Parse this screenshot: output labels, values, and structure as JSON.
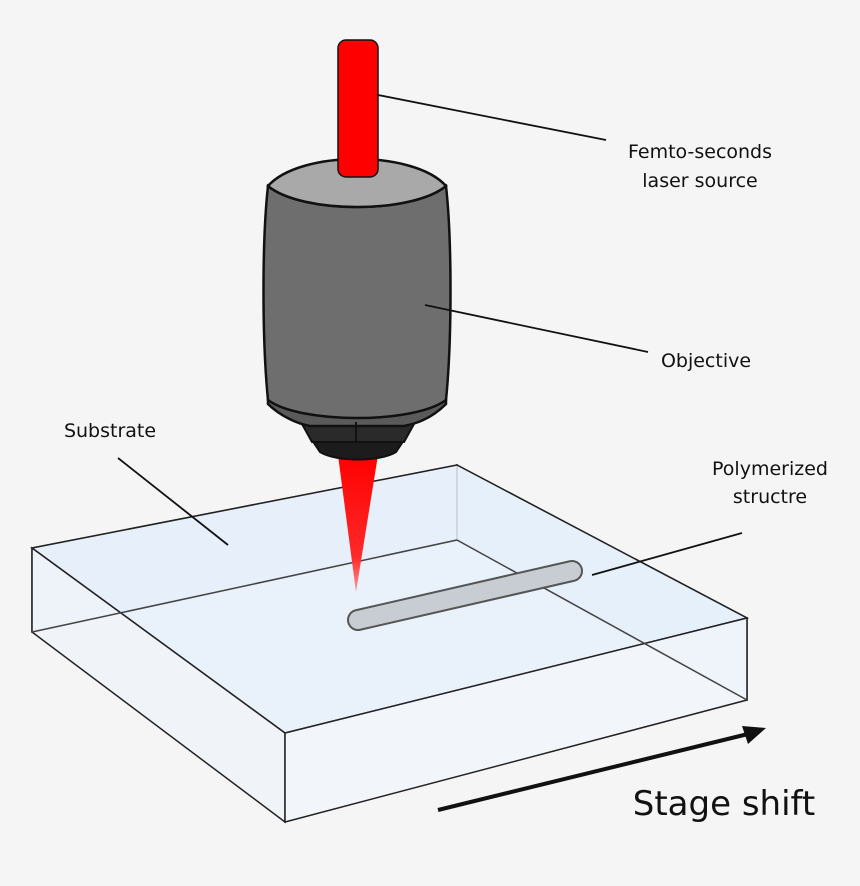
{
  "labels": {
    "laser_line1": "Femto-seconds",
    "laser_line2": "laser source",
    "objective": "Objective",
    "substrate": "Substrate",
    "polymer_line1": "Polymerized",
    "polymer_line2": "structre",
    "stage_shift": "Stage shift"
  },
  "colors": {
    "background": "#f5f5f5",
    "laser": "#ff0000",
    "objective_body": "#6e6e6e",
    "objective_top": "#a9a9a9",
    "objective_ring": "#1c1c1c",
    "substrate_fill": "#dde9f5",
    "polymer_rod": "#c8ccd3",
    "outline": "#111111"
  }
}
